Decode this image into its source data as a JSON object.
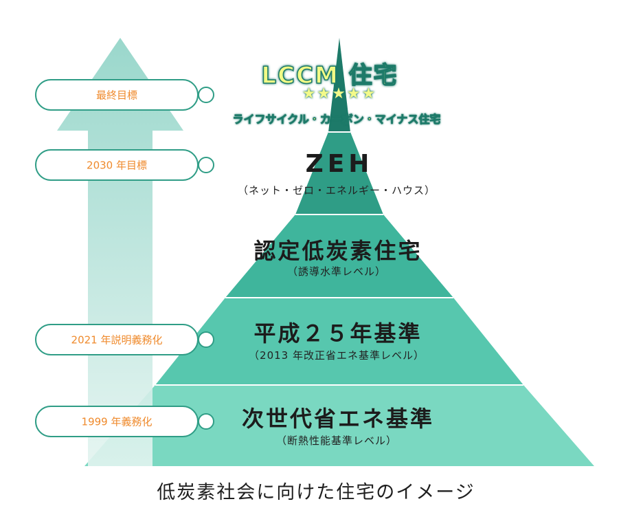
{
  "pyramid": {
    "top": {
      "title": "LCCM 住宅",
      "stars": "★★★★★",
      "subtitle": "ライフサイクル・カーボン・マイナス住宅"
    },
    "tiers": [
      {
        "title": "ZEH",
        "subtitle": "（ネット・ゼロ・エネルギー・ハウス）"
      },
      {
        "title": "認定低炭素住宅",
        "subtitle": "（誘導水準レベル）"
      },
      {
        "title": "平成２５年基準",
        "subtitle": "（2013 年改正省エネ基準レベル）"
      },
      {
        "title": "次世代省エネ基準",
        "subtitle": "（断熱性能基準レベル）"
      }
    ],
    "colors": {
      "top": "#1d7a69",
      "tier1": "#2f9d86",
      "tier2": "#3fb59c",
      "tier3": "#57c7ae",
      "tier4": "#7ad8c1",
      "arrow": "#a7ded4"
    }
  },
  "milestones": [
    {
      "label": "最終目標"
    },
    {
      "label": "2030 年目標"
    },
    {
      "label": "2021 年説明義務化"
    },
    {
      "label": "1999 年義務化"
    }
  ],
  "caption": "低炭素社会に向けた住宅のイメージ"
}
